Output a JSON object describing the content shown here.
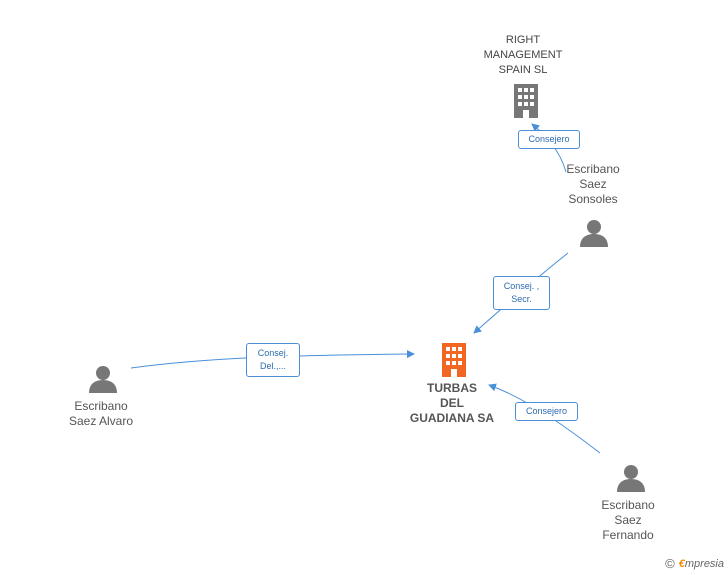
{
  "colors": {
    "main_company": "#f26522",
    "company": "#777777",
    "person": "#777777",
    "edge": "#4a90d9"
  },
  "nodes": {
    "right_management": {
      "label": "RIGHT\nMANAGEMENT\nSPAIN SL",
      "icon": "building-icon"
    },
    "turbas": {
      "label": "TURBAS\nDEL\nGUADIANA SA",
      "icon": "building-icon"
    },
    "sonsoles": {
      "label": "Escribano\nSaez\nSonsoles",
      "icon": "person-icon"
    },
    "alvaro": {
      "label": "Escribano\nSaez Alvaro",
      "icon": "person-icon"
    },
    "fernando": {
      "label": "Escribano\nSaez\nFernando",
      "icon": "person-icon"
    }
  },
  "edges": {
    "sonsoles_right": {
      "label": "Consejero"
    },
    "sonsoles_turbas": {
      "label": "Consej. ,\nSecr."
    },
    "alvaro_turbas": {
      "label": "Consej.\nDel.,..."
    },
    "fernando_turbas": {
      "label": "Consejero"
    }
  },
  "footer": {
    "copyright": "©",
    "brand_initial": "€",
    "brand_rest": "mpresia"
  }
}
